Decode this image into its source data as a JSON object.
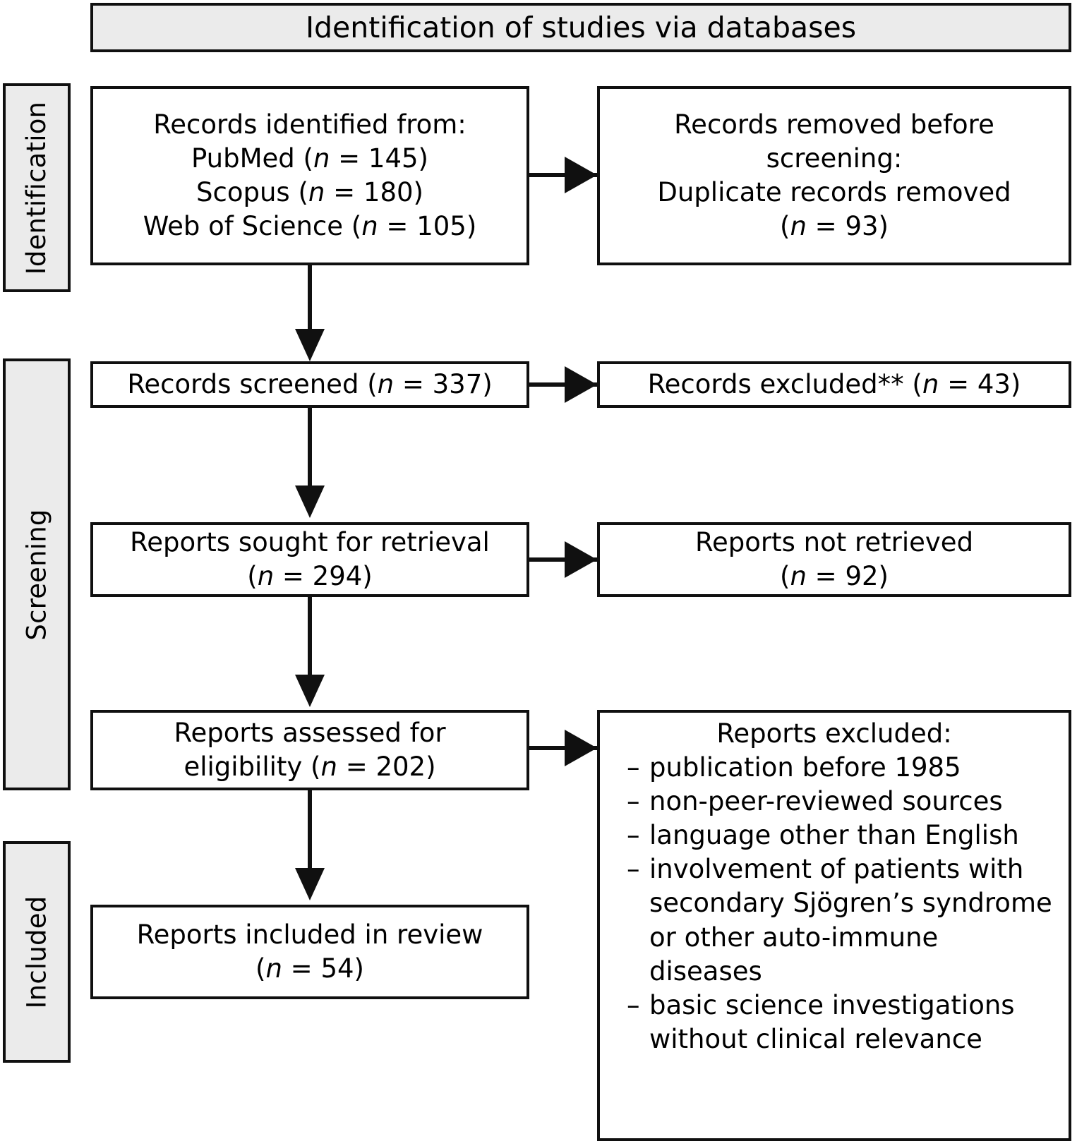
{
  "header": {
    "title": "Identification of studies via databases"
  },
  "phases": [
    {
      "label": "Identification"
    },
    {
      "label": "Screening"
    },
    {
      "label": "Included"
    }
  ],
  "boxes": {
    "identified": {
      "line1": "Records identified from:",
      "line2_label": "PubMed (",
      "line2_n": "n",
      "line2_value": " = 145)",
      "line3_label": "Scopus (",
      "line3_n": "n",
      "line3_value": " = 180)",
      "line4_label": "Web of Science (",
      "line4_n": "n",
      "line4_value": " = 105)"
    },
    "removed": {
      "line1": "Records removed before",
      "line2": "screening:",
      "line3": "Duplicate records removed",
      "line4_open": "(",
      "line4_n": "n",
      "line4_value": " = 93)"
    },
    "screened": {
      "label": "Records screened (",
      "n": "n",
      "value": " = 337)"
    },
    "excluded_screen": {
      "label": "Records excluded** (",
      "n": "n",
      "value": " = 43)"
    },
    "sought": {
      "line1": "Reports sought for retrieval",
      "line2_open": "(",
      "line2_n": "n",
      "line2_value": " = 294)"
    },
    "not_retrieved": {
      "line1": "Reports not retrieved",
      "line2_open": "(",
      "line2_n": "n",
      "line2_value": " = 92)"
    },
    "assessed": {
      "line1": "Reports assessed for",
      "line2_label": "eligibility (",
      "line2_n": "n",
      "line2_value": " = 202)"
    },
    "reports_excluded": {
      "title": "Reports excluded:",
      "dash": "–",
      "items": [
        "publication before 1985",
        "non-peer-reviewed sources",
        "language other than English",
        "involvement of patients with secondary Sjögren’s syndrome or other auto-immune diseases",
        "basic science investigations without clinical relevance"
      ]
    },
    "included": {
      "line1": "Reports included in review",
      "line2_open": "(",
      "line2_n": "n",
      "line2_value": " = 54)"
    }
  },
  "colors": {
    "band_fill": "#ebebeb",
    "stroke": "#101010",
    "box_fill": "#ffffff"
  }
}
